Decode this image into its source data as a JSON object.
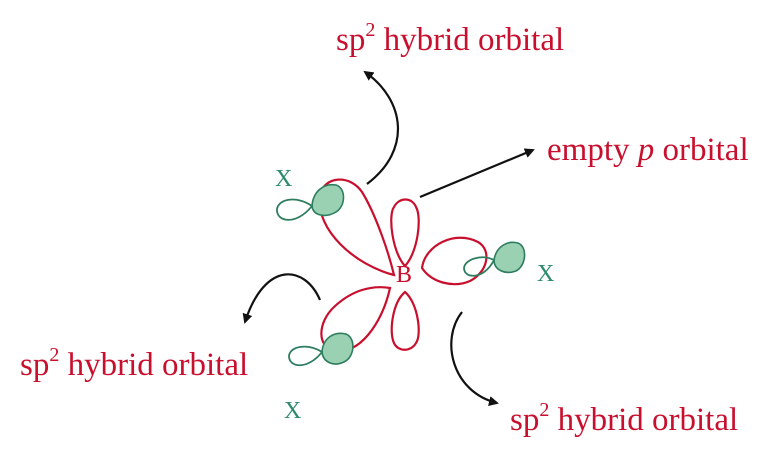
{
  "labels": {
    "top": {
      "prefix": "sp",
      "sup": "2",
      "suffix": " hybrid orbital"
    },
    "left": {
      "prefix": "sp",
      "sup": "2",
      "suffix": " hybrid orbital"
    },
    "bottom_right": {
      "prefix": "sp",
      "sup": "2",
      "suffix": " hybrid orbital"
    },
    "empty_p": {
      "prefix": "empty ",
      "italic": "p",
      "suffix": " orbital"
    }
  },
  "atoms": {
    "center": "B",
    "x_top_left": "X",
    "x_right": "X",
    "x_bottom": "X"
  },
  "colors": {
    "label_red": "#c8102e",
    "orbital_red": "#c8102e",
    "substituent_green": "#2e7d5e",
    "lobe_fill_green": "#9ad1b3",
    "arrow": "#111111"
  }
}
